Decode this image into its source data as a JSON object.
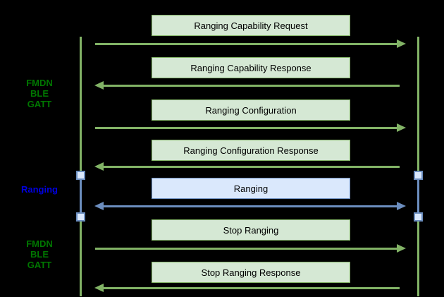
{
  "diagram": {
    "type": "sequence-diagram",
    "background_color": "#000000",
    "colors": {
      "green_fill": "#d5e8d4",
      "green_stroke": "#82b366",
      "blue_fill": "#dae8fc",
      "blue_stroke": "#6c8ebf",
      "side_label_green": "#007700",
      "side_label_blue": "#0000e0",
      "box_text": "#000000"
    },
    "side_labels": [
      {
        "lines": [
          "FMDN",
          "BLE",
          "GATT"
        ],
        "color": "#007700"
      },
      {
        "lines": [
          "Ranging"
        ],
        "color": "#0000e0"
      },
      {
        "lines": [
          "FMDN",
          "BLE",
          "GATT"
        ],
        "color": "#007700"
      }
    ],
    "messages": [
      {
        "label": "Ranging Capability Request",
        "direction": "right",
        "style": "green"
      },
      {
        "label": "Ranging Capability Response",
        "direction": "left",
        "style": "green"
      },
      {
        "label": "Ranging Configuration",
        "direction": "right",
        "style": "green"
      },
      {
        "label": "Ranging Configuration Response",
        "direction": "left",
        "style": "green"
      },
      {
        "label": "Ranging",
        "direction": "both",
        "style": "blue"
      },
      {
        "label": "Stop Ranging",
        "direction": "right",
        "style": "green"
      },
      {
        "label": "Stop Ranging Response",
        "direction": "left",
        "style": "green"
      }
    ]
  }
}
